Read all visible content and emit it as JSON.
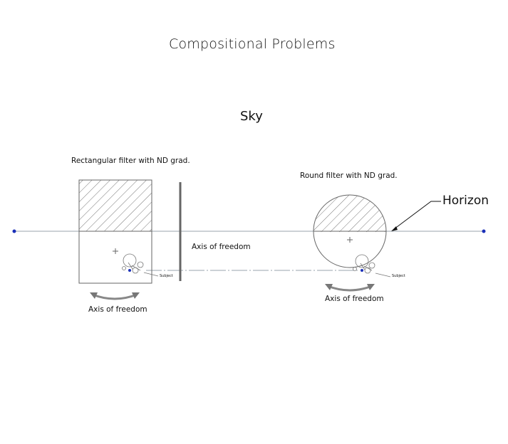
{
  "title": "Compositional Problems",
  "sky_label": "Sky",
  "rect_filter_label": "Rectangular filter with ND grad.",
  "round_filter_label": "Round filter with ND grad.",
  "horizon_label": "Horizon",
  "axis_label_vertical": "Axis of freedom",
  "axis_label_left": "Axis of freedom",
  "axis_label_right": "Axis of freedom",
  "subject_label_left": "Subject",
  "subject_label_right": "Subject",
  "colors": {
    "line": "#9aa3ad",
    "dot": "#1a2fb8",
    "stroke": "#666666",
    "hatch": "#777777"
  }
}
